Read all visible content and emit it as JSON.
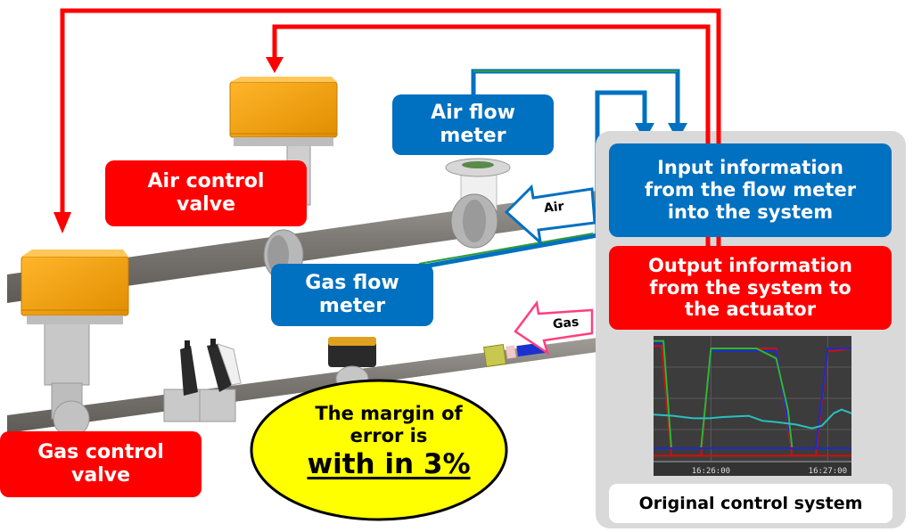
{
  "labels": {
    "air_control_valve": "Air control valve",
    "gas_control_valve": "Gas control valve",
    "air_flow_meter": "Air flow meter",
    "gas_flow_meter": "Gas flow meter",
    "input_info": "Input information from the flow meter into the system",
    "output_info": "Output information from the system to the actuator",
    "flow_air": "Air",
    "flow_gas": "Gas",
    "margin_line1": "The margin of",
    "margin_line2": "error is",
    "margin_highlight": "with in 3%",
    "caption": "Original control system"
  },
  "colors": {
    "output_red": "#ff0000",
    "input_blue": "#0070c0",
    "actuator_orange": "#f5a000",
    "callout_yellow": "#ffff00",
    "panel_gray": "#d9d9d9",
    "pipe_gray": "#7f7b76"
  },
  "trend_chart": {
    "type": "line",
    "x_ticks": [
      "16:26:00",
      "16:27:00"
    ],
    "y_range": [
      0,
      100
    ],
    "series": [
      {
        "name": "red-output",
        "color": "#cc1010",
        "points": [
          [
            0,
            92
          ],
          [
            4,
            92
          ],
          [
            9,
            4
          ],
          [
            24,
            4
          ],
          [
            29,
            90
          ],
          [
            62,
            90
          ],
          [
            70,
            4
          ],
          [
            82,
            4
          ],
          [
            88,
            88
          ],
          [
            92,
            88
          ],
          [
            100,
            90
          ]
        ]
      },
      {
        "name": "blue-output",
        "color": "#1a2ccc",
        "points": [
          [
            0,
            94
          ],
          [
            5,
            94
          ],
          [
            9,
            10
          ],
          [
            24,
            10
          ],
          [
            29,
            88
          ],
          [
            60,
            88
          ],
          [
            62,
            88
          ],
          [
            70,
            10
          ],
          [
            82,
            10
          ],
          [
            88,
            90
          ],
          [
            100,
            90
          ]
        ]
      },
      {
        "name": "green-setpoint",
        "color": "#2db82d",
        "points": [
          [
            0,
            96
          ],
          [
            5,
            96
          ],
          [
            9,
            10
          ],
          [
            24,
            10
          ],
          [
            29,
            90
          ],
          [
            52,
            90
          ],
          [
            57,
            86
          ],
          [
            62,
            82
          ],
          [
            68,
            40
          ],
          [
            70,
            10
          ]
        ]
      },
      {
        "name": "cyan-process",
        "color": "#29c0c0",
        "points": [
          [
            0,
            37
          ],
          [
            10,
            36
          ],
          [
            20,
            34
          ],
          [
            28,
            34
          ],
          [
            35,
            35
          ],
          [
            48,
            36
          ],
          [
            55,
            32
          ],
          [
            62,
            31
          ],
          [
            72,
            29
          ],
          [
            80,
            26
          ],
          [
            85,
            28
          ],
          [
            91,
            38
          ],
          [
            95,
            41
          ],
          [
            100,
            38
          ]
        ]
      },
      {
        "name": "blue-baseline",
        "color": "#1a2ccc",
        "points": [
          [
            0,
            10
          ],
          [
            100,
            10
          ]
        ]
      },
      {
        "name": "red-baseline",
        "color": "#cc1010",
        "points": [
          [
            0,
            4
          ],
          [
            100,
            4
          ]
        ]
      }
    ]
  }
}
